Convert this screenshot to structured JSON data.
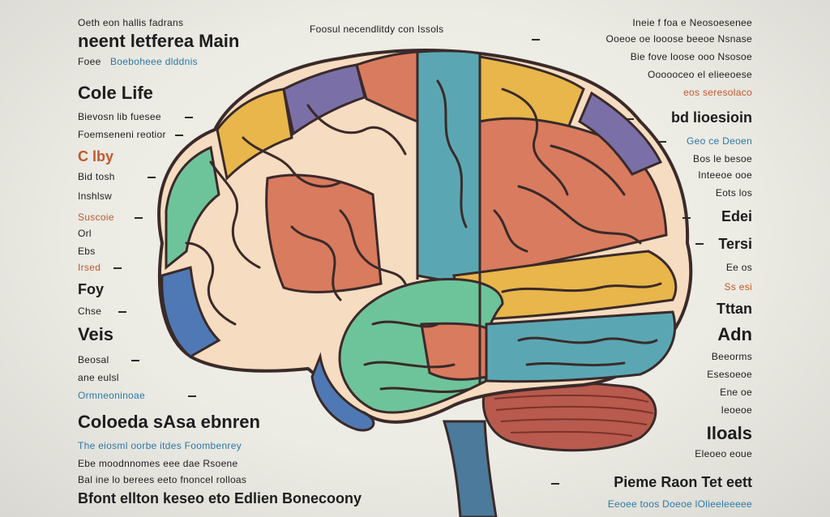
{
  "top_center": "Foosul necendlitdy con Issols",
  "left": {
    "l1": "Oeth eon hallis fadrans",
    "l2": "neent letferea Main",
    "l3a": "Foee",
    "l3b": "Boeboheee dlddnis",
    "l4": "Cole Life",
    "l5": "Bievosn lib fuesee",
    "l6": "Foemseneni reotior",
    "l7": "C lby",
    "l8": "Bid tosh",
    "l9": "Inshlsw",
    "l10": "Suscoie",
    "l11": "Orl",
    "l12": "Ebs",
    "l13": "Irsed",
    "l14": "Foy",
    "l15": "Chse",
    "l16": "Veis",
    "l17": "Beosal",
    "l18": "ane eulsl",
    "l19": "Ormneoninoae",
    "l20": "Coloeda sAsa ebnren",
    "l21": "The eiosml oorbe itdes Foombenrey",
    "l22": "Ebe moodnnomes eee dae Rsoene",
    "l23": "Bal ine lo berees eeto fnoncel rolloas",
    "l24": "Bfont ellton keseo eto Edlien Bonecoony"
  },
  "right": {
    "r1": "Ineie f foa e Neosoesenee",
    "r2": "Ooeoe oe looose beeoe Nsnase",
    "r3": "Bie fove loose ooo Nsosoe",
    "r4": "Oooooceo el elieeoese",
    "r5": "eos seresolaco",
    "r6": "bd lioesioin",
    "r7": "Geo ce Deoen",
    "r8": "Bos le besoe",
    "r9": "Inteeoe ooe",
    "r10": "Eots los",
    "r11": "Edei",
    "r12": "Tersi",
    "r13": "Ee os",
    "r14": "Ss esi",
    "r15": "Tttan",
    "r16": "Adn",
    "r17": "Beeorms",
    "r18": "Esesoeoe",
    "r19": "Ene oe",
    "r20": "Ieoeoe",
    "r21": "Iloals",
    "r22": "Eleoeo eoue",
    "r23": "Pieme Raon Tet eett",
    "r24": "Eeoee toos Doeoe lOlieeleeeee"
  },
  "colors": {
    "cream": "#f6dcc0",
    "salmon": "#d97b5e",
    "teal": "#5aa7b3",
    "green": "#6ec49a",
    "yellow": "#e8b64a",
    "purple": "#7b6fa8",
    "blue": "#4f79b4",
    "cerebellum": "#b85a4e",
    "stem": "#4b7a9a",
    "outline": "#3a2a2a"
  }
}
